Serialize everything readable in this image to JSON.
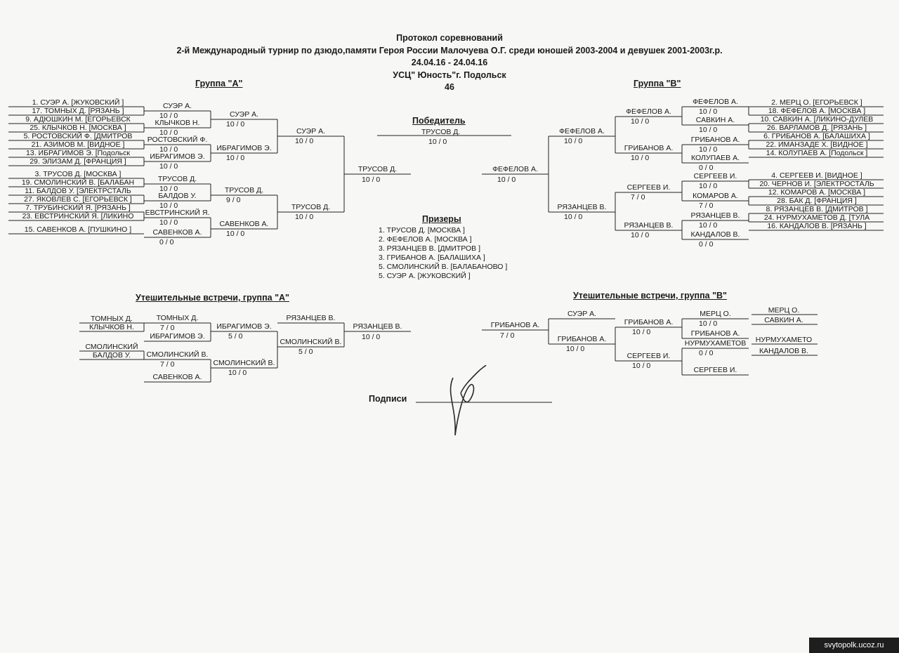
{
  "header": {
    "title": "Протокол соревнований",
    "subtitle": "2-й Международный турнир по дзюдо,памяти Героя России  Малочуева О.Г. среди юношей 2003-2004 и девушек 2001-2003г.р.",
    "dates": "24.04.16 - 24.04.16",
    "venue": "УСЦ\" Юность\"г. Подольск",
    "weight": "46"
  },
  "group_a": {
    "title": "Группа  \"А\"",
    "entrants": [
      "1. СУЭР А.  [ЖУКОВСКИЙ  ]",
      "17. ТОМНЫХ Д.  [РЯЗАНЬ  ]",
      "9. АДЮШКИН М.  [ЕГОРЬЕВСК",
      "25. КЛЫЧКОВ Н.  [МОСКВА  ]",
      "5. РОСТОВСКИЙ Ф.  [ДМИТРОВ",
      "21. АЗИМОВ М.  [ВИДНОЕ  ]",
      "13. ИБРАГИМОВ Э.  [Подольск",
      "29. ЭЛИЗАМ Д.  [ФРАНЦИЯ  ]",
      "3. ТРУСОВ Д.  [МОСКВА  ]",
      "19. СМОЛИНСКИЙ В.  [БАЛАБАН",
      "11. БАЛДОВ У.  [ЭЛЕКТРСТАЛЬ",
      "27. ЯКОВЛЕВ С.  [ЕГОРЬЕВСК  ]",
      "7. ТРУБИНСКИЙ Я.  [РЯЗАНЬ  ]",
      "23. ЕВСТРИНСКИЙ Я.  [ЛИКИНО",
      "15. САВЕНКОВ А.  [ПУШКИНО  ]"
    ],
    "r1": [
      {
        "name": "СУЭР А.",
        "score": "10  /  0"
      },
      {
        "name": "КЛЫЧКОВ Н.",
        "score": "10  /  0"
      },
      {
        "name": "РОСТОВСКИЙ Ф.",
        "score": "10  /  0"
      },
      {
        "name": "ИБРАГИМОВ Э.",
        "score": "10  /  0"
      },
      {
        "name": "ТРУСОВ Д.",
        "score": "10  /  0"
      },
      {
        "name": "БАЛДОВ У.",
        "score": "10  /  0"
      },
      {
        "name": "ЕВСТРИНСКИЙ Я.",
        "score": "10  /  0"
      },
      {
        "name": "САВЕНКОВ А.",
        "score": "0  /  0"
      }
    ],
    "r2": [
      {
        "name": "СУЭР А.",
        "score": "10  /  0"
      },
      {
        "name": "ИБРАГИМОВ Э.",
        "score": "10  /  0"
      },
      {
        "name": "ТРУСОВ Д.",
        "score": "9  /  0"
      },
      {
        "name": "САВЕНКОВ А.",
        "score": "10  /  0"
      }
    ],
    "r3": [
      {
        "name": "СУЭР А.",
        "score": "10  /  0"
      },
      {
        "name": "ТРУСОВ Д.",
        "score": "10  /  0"
      }
    ],
    "final": {
      "name": "ТРУСОВ Д.",
      "score": "10  /  0"
    }
  },
  "group_b": {
    "title": "Группа  \"В\"",
    "entrants": [
      "2. МЕРЦ О.  [ЕГОРЬЕВСК  ]",
      "18. ФЕФЕЛОВ А.  [МОСКВА  ]",
      "10. САВКИН А.  [ЛИКИНО-ДУЛЕВ",
      "26. ВАРЛАМОВ Д.  [РЯЗАНЬ  ]",
      "6. ГРИБАНОВ А.  [БАЛАШИХА  ]",
      "22. ИМАНЗАДЕ Х.  [ВИДНОЕ  ]",
      "14. КОЛУПАЕВ А.  [Подольск  ]",
      "4. СЕРГЕЕВ И.  [ВИДНОЕ  ]",
      "20. ЧЕРНОВ И.  [ЭЛЕКТРОСТАЛЬ",
      "12. КОМАРОВ А.  [МОСКВА  ]",
      "28. БАК Д.  [ФРАНЦИЯ  ]",
      "8. РЯЗАНЦЕВ В.  [ДМИТРОВ  ]",
      "24. НУРМУХАМЕТОВ Д.  [ТУЛА",
      "16. КАНДАЛОВ В.  [РЯЗАНЬ  ]"
    ],
    "r1": [
      {
        "name": "ФЕФЕЛОВ А.",
        "score": "10  /  0"
      },
      {
        "name": "САВКИН А.",
        "score": "10  /  0"
      },
      {
        "name": "ГРИБАНОВ А.",
        "score": "10  /  0"
      },
      {
        "name": "КОЛУПАЕВ А.",
        "score": "0  /  0"
      },
      {
        "name": "СЕРГЕЕВ И.",
        "score": "10  /  0"
      },
      {
        "name": "КОМАРОВ А.",
        "score": "7  /  0"
      },
      {
        "name": "РЯЗАНЦЕВ В.",
        "score": "10  /  0"
      },
      {
        "name": "КАНДАЛОВ В.",
        "score": "0  /  0"
      }
    ],
    "r2": [
      {
        "name": "ФЕФЕЛОВ А.",
        "score": "10  /  0"
      },
      {
        "name": "ГРИБАНОВ А.",
        "score": "10  /  0"
      },
      {
        "name": "СЕРГЕЕВ И.",
        "score": "7  /  0"
      },
      {
        "name": "РЯЗАНЦЕВ В.",
        "score": "10  /  0"
      }
    ],
    "r3": [
      {
        "name": "ФЕФЕЛОВ А.",
        "score": "10  /  0"
      },
      {
        "name": "РЯЗАНЦЕВ В.",
        "score": "10  /  0"
      }
    ],
    "final": {
      "name": "ФЕФЕЛОВ А.",
      "score": "10  /  0"
    }
  },
  "winner": {
    "title": "Победитель",
    "name": "ТРУСОВ Д.",
    "score": "10  /  0"
  },
  "prizes": {
    "title": "Призеры",
    "items": [
      "1. ТРУСОВ Д.     [МОСКВА    ]",
      "2. ФЕФЕЛОВ А.     [МОСКВА   ]",
      "3. РЯЗАНЦЕВ В.     [ДМИТРОВ   ]",
      "3. ГРИБАНОВ А.     [БАЛАШИХА   ]",
      "5. СМОЛИНСКИЙ В.     [БАЛАБАНОВО   ]",
      "5. СУЭР А.     [ЖУКОВСКИЙ   ]"
    ]
  },
  "consolation_a": {
    "title": "Утешительные встречи, группа \"А\"",
    "entrants": [
      "ТОМНЫХ Д.",
      "КЛЫЧКОВ Н.",
      "СМОЛИНСКИЙ",
      "БАЛДОВ У."
    ],
    "r1": [
      {
        "name": "ТОМНЫХ Д.",
        "score": "7  /  0"
      },
      {
        "name": "ИБРАГИМОВ Э.",
        "score": ""
      },
      {
        "name": "СМОЛИНСКИЙ В.",
        "score": "7  /  0"
      },
      {
        "name": "САВЕНКОВ А.",
        "score": ""
      }
    ],
    "r2": [
      {
        "name": "ИБРАГИМОВ Э.",
        "score": "5  /  0"
      },
      {
        "name": "СМОЛИНСКИЙ В.",
        "score": "10  /  0"
      }
    ],
    "r3": [
      {
        "name": "РЯЗАНЦЕВ В.",
        "score": ""
      },
      {
        "name": "СМОЛИНСКИЙ В.",
        "score": "5  /  0"
      }
    ],
    "final": {
      "name": "РЯЗАНЦЕВ В.",
      "score": "10  /  0"
    }
  },
  "consolation_b": {
    "title": "Утешительные встречи, группа \"В\"",
    "entrants": [
      "МЕРЦ О.",
      "САВКИН А.",
      "НУРМУХАМЕТО",
      "КАНДАЛОВ В."
    ],
    "r1": [
      {
        "name": "МЕРЦ О.",
        "score": "10  /  0"
      },
      {
        "name": "ГРИБАНОВ А.",
        "score": ""
      },
      {
        "name": "НУРМУХАМЕТОВ",
        "score": "0  /  0"
      },
      {
        "name": "СЕРГЕЕВ И.",
        "score": ""
      }
    ],
    "r2": [
      {
        "name": "ГРИБАНОВ А.",
        "score": "10  /  0"
      },
      {
        "name": "СЕРГЕЕВ И.",
        "score": "10  /  0"
      }
    ],
    "r3": [
      {
        "name": "СУЭР А.",
        "score": ""
      },
      {
        "name": "ГРИБАНОВ А.",
        "score": "10  /  0"
      }
    ],
    "final": {
      "name": "ГРИБАНОВ А.",
      "score": "7  /  0"
    }
  },
  "signatures": {
    "label": "Подписи"
  },
  "watermark": "svytopolk.ucoz.ru"
}
